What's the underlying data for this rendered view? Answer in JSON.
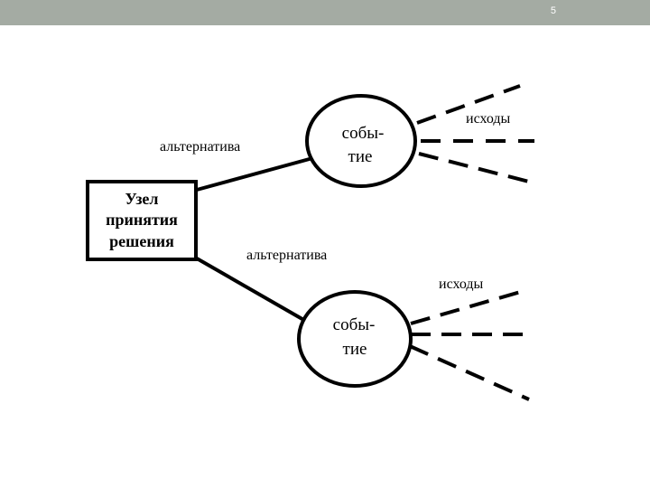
{
  "slide": {
    "page_number": "5",
    "header_color": "#a4aba3"
  },
  "diagram": {
    "decision_node": {
      "lines": [
        "Узел",
        "принятия",
        "решения"
      ]
    },
    "alternative_top": "альтернатива",
    "alternative_bottom": "альтернатива",
    "event_top": {
      "lines": [
        "собы-",
        "тие"
      ]
    },
    "event_bottom": {
      "lines": [
        "собы-",
        "тие"
      ]
    },
    "outcomes_top": "исходы",
    "outcomes_bottom": "исходы"
  }
}
